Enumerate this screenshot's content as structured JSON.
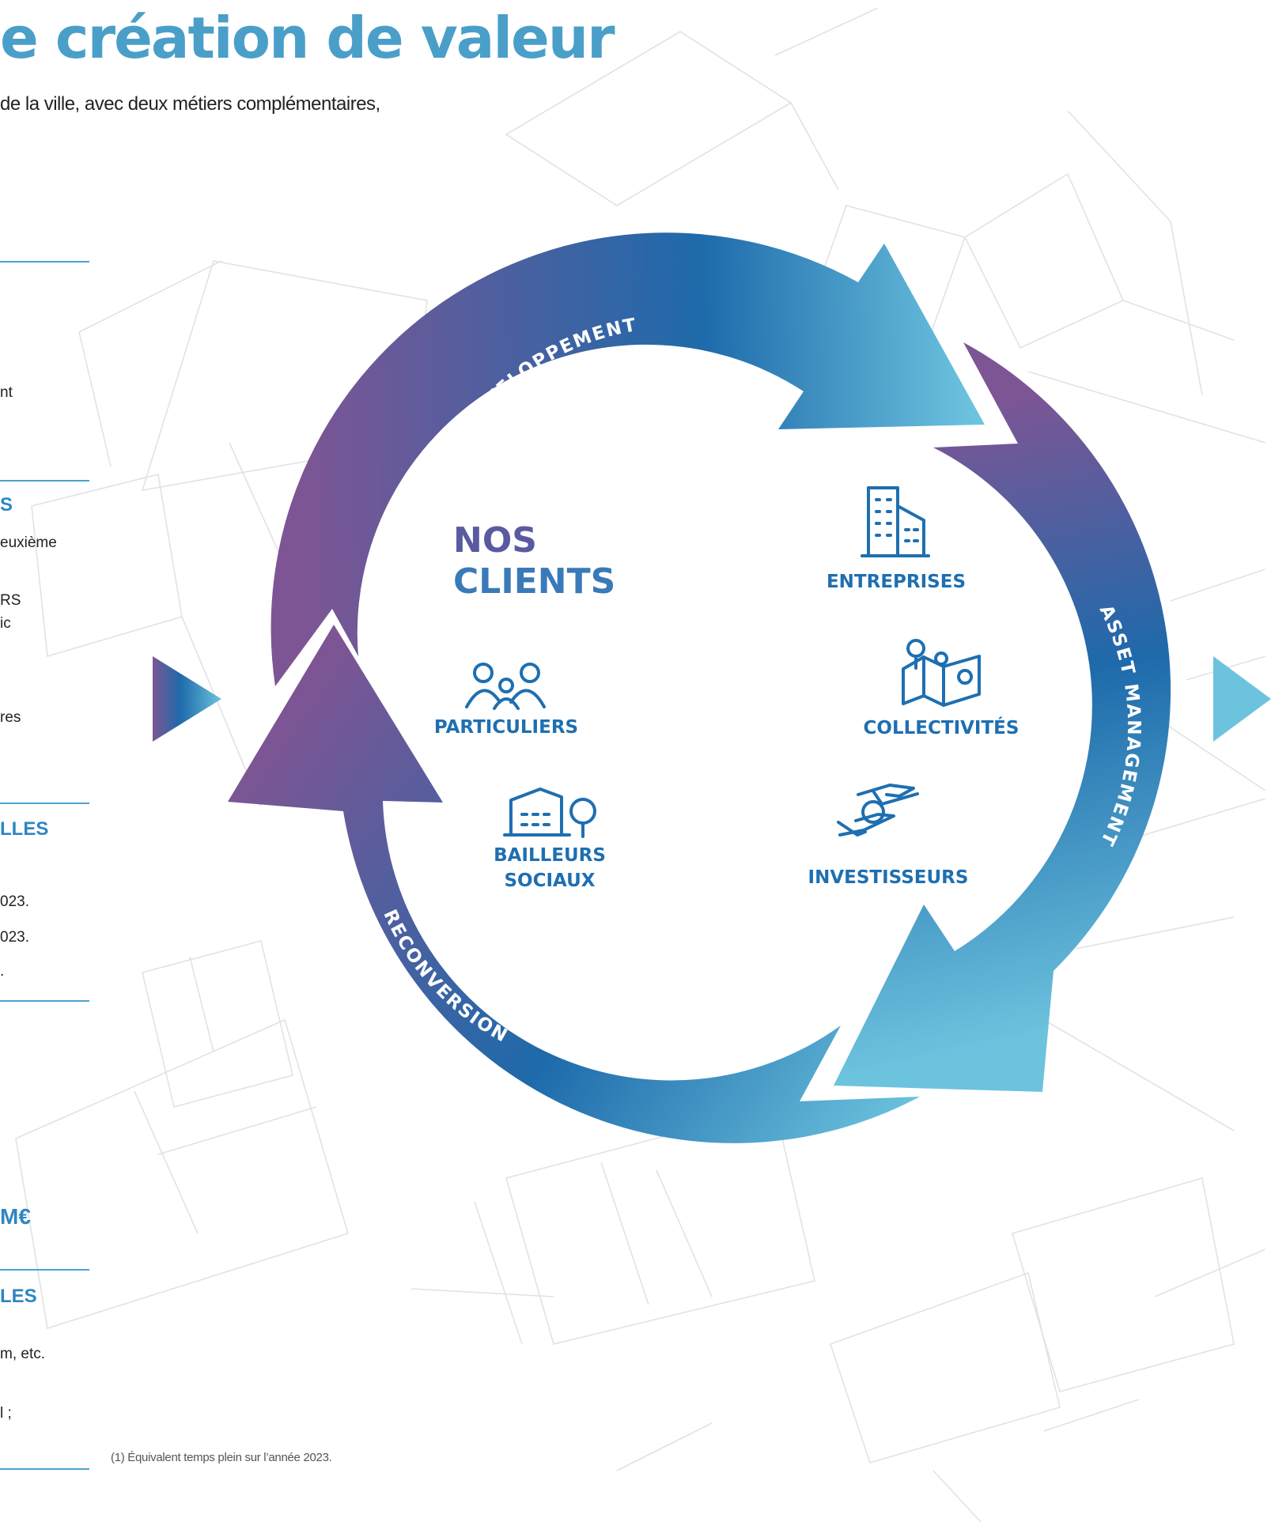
{
  "header": {
    "title": "e création de valeur",
    "subtitle": "de la ville, avec deux métiers complémentaires,"
  },
  "left_fragments": [
    "nt",
    "S",
    "euxième",
    "RS",
    "ic",
    "res",
    "LLES",
    "023.",
    "023.",
    ".",
    "M€",
    "LES",
    "m, etc.",
    "l ;"
  ],
  "footnote": "(1) Équivalent temps plein sur l’année 2023.",
  "cycle": {
    "stages": [
      "DÉVELOPPEMENT",
      "ASSET MANAGEMENT",
      "RECONVERSION"
    ],
    "center_title": [
      "NOS",
      "CLIENTS"
    ],
    "clients": [
      "ENTREPRISES",
      "PARTICULIERS",
      "COLLECTIVITÉS",
      "BAILLEURS",
      "SOCIAUX",
      "INVESTISSEURS"
    ],
    "icons": [
      "building-icon",
      "people-icon",
      "map-pins-icon",
      "social-housing-icon",
      "investor-hands-icon"
    ]
  },
  "colors": {
    "title_blue": "#4a9fc9",
    "purple": "#7d5594",
    "mid_blue": "#1e6aab",
    "light_blue": "#6cc3de",
    "icon_blue": "#1e6fb1"
  }
}
